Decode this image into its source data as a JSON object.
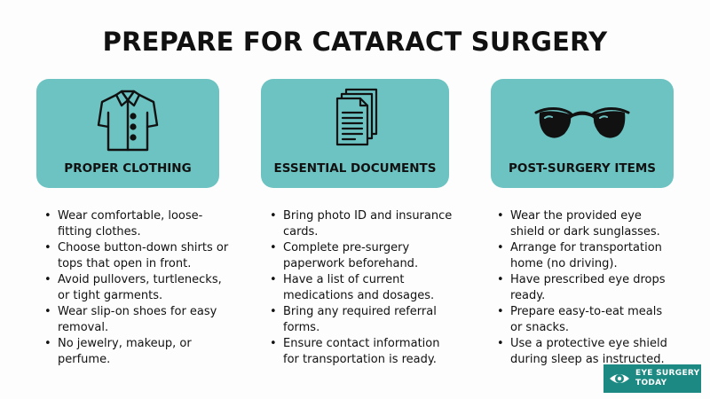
{
  "title": "PREPARE FOR CATARACT SURGERY",
  "colors": {
    "card": "#6cc3c2",
    "brand": "#1c8a82",
    "text": "#111111"
  },
  "sections": [
    {
      "label": "PROPER CLOTHING",
      "icon": "shirt-icon",
      "items": [
        "Wear comfortable, loose-fitting clothes.",
        "Choose button-down shirts or tops that open in front.",
        "Avoid pullovers, turtlenecks, or tight garments.",
        "Wear slip-on shoes for easy removal.",
        "No jewelry, makeup, or perfume."
      ]
    },
    {
      "label": "ESSENTIAL DOCUMENTS",
      "icon": "documents-icon",
      "items": [
        "Bring photo ID and insurance cards.",
        "Complete pre-surgery paperwork beforehand.",
        "Have a list of current medications and dosages.",
        "Bring any required referral forms.",
        "Ensure contact information for transportation is ready."
      ]
    },
    {
      "label": "POST-SURGERY ITEMS",
      "icon": "sunglasses-icon",
      "items": [
        "Wear the provided eye shield or dark sunglasses.",
        "Arrange for transportation home (no driving).",
        "Have prescribed eye drops ready.",
        "Prepare easy-to-eat meals or snacks.",
        "Use a protective eye shield during sleep as instructed."
      ]
    }
  ],
  "brand": {
    "line1": "EYE SURGERY",
    "line2": "TODAY",
    "icon": "eye-icon"
  }
}
